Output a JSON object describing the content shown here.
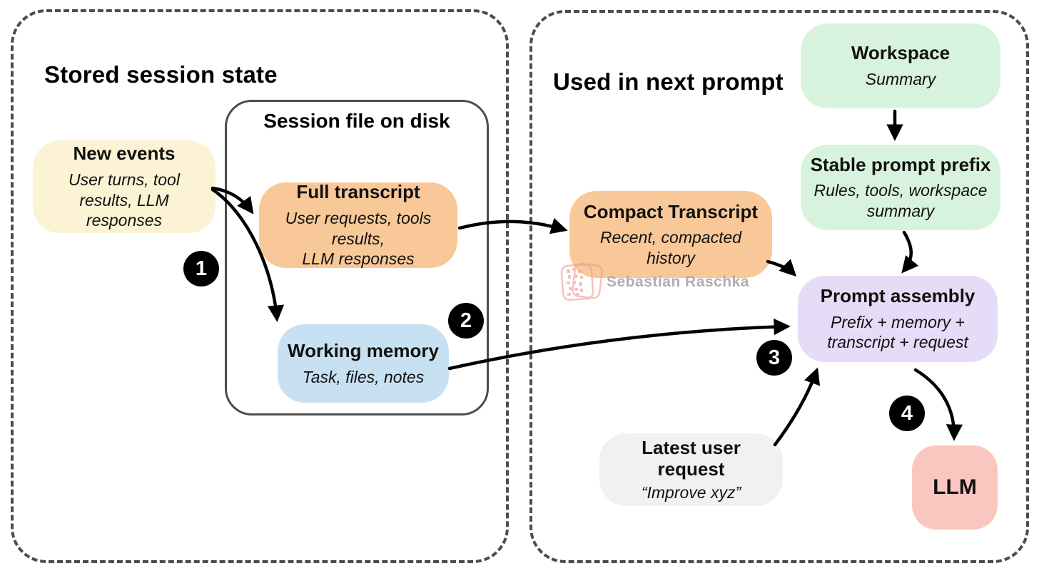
{
  "sections": {
    "stored_session_state": {
      "title": "Stored session state"
    },
    "session_file_on_disk": {
      "title": "Session file on disk"
    },
    "used_in_next_prompt": {
      "title": "Used in next prompt"
    }
  },
  "nodes": {
    "new_events": {
      "title": "New events",
      "subtitle": "User turns, tool\nresults, LLM\nresponses"
    },
    "full_transcript": {
      "title": "Full transcript",
      "subtitle": "User requests, tools results,\nLLM responses"
    },
    "working_memory": {
      "title": "Working memory",
      "subtitle": "Task, files, notes"
    },
    "compact_transcript": {
      "title": "Compact Transcript",
      "subtitle": "Recent, compacted history"
    },
    "workspace": {
      "title": "Workspace",
      "subtitle": "Summary"
    },
    "stable_prompt_prefix": {
      "title": "Stable prompt prefix",
      "subtitle": "Rules, tools, workspace\nsummary"
    },
    "prompt_assembly": {
      "title": "Prompt assembly",
      "subtitle": "Prefix + memory +\ntranscript + request"
    },
    "latest_user_request": {
      "title": "Latest user\nrequest",
      "subtitle": "“Improve xyz”"
    },
    "llm": {
      "title": "LLM"
    }
  },
  "badges": {
    "step1": "1",
    "step2": "2",
    "step3": "3",
    "step4": "4"
  },
  "colors": {
    "new_events": "#FBF3D4",
    "full_transcript": "#F8C898",
    "working_memory": "#C8E1F2",
    "compact_transcript": "#F8C898",
    "workspace": "#D8F3DD",
    "stable_prompt_prefix": "#D8F3DD",
    "prompt_assembly": "#E7DCF7",
    "latest_user_request": "#F1F1EF",
    "llm": "#FCC6C0",
    "badge": "#000000",
    "arrow": "#000000",
    "watermark_stamp": "#EE9A92"
  },
  "watermark": {
    "text": "Sebastian Raschka"
  }
}
